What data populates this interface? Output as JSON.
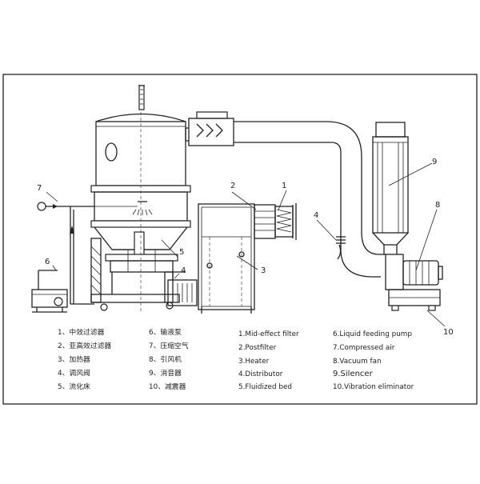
{
  "callouts": {
    "c1": "1",
    "c2": "2",
    "c3": "3",
    "c4a": "4",
    "c4b": "4",
    "c5": "5",
    "c6": "6",
    "c7": "7",
    "c8": "8",
    "c9": "9",
    "c10": "10"
  },
  "legend_cn": [
    "1、中效过滤器",
    "2、亚高效过滤器",
    "3、加热器",
    "4、调风阀",
    "5、流化床",
    "6、输液泵",
    "7、压缩空气",
    "8、引风机",
    "9、消音器",
    "10、减震器"
  ],
  "legend_en": [
    "1.Mid-effect filter",
    "2.Postfilter",
    "3.Heater",
    "4.Distributor",
    "5.Fluidized bed",
    "6.Liquid feeding pump",
    "7.Compressed air",
    "8.Vacuum fan",
    "9.Silencer",
    "10.Vibration eliminator"
  ]
}
